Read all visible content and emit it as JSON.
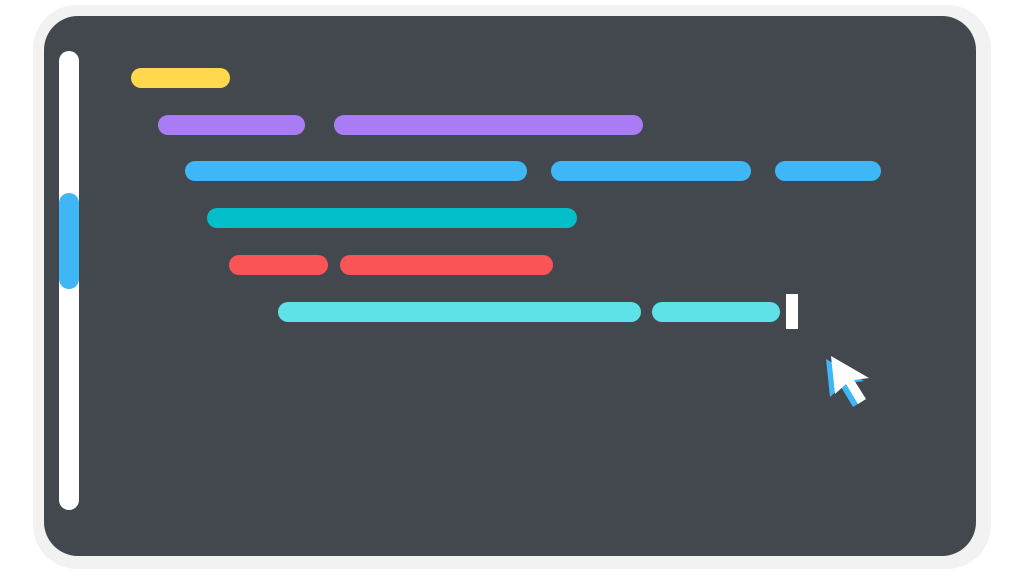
{
  "colors": {
    "frame": "#f2f2f2",
    "editor_background": "#42484d",
    "scrollbar_track": "#ffffff",
    "scrollbar_thumb": "#3fb6f5",
    "caret": "#ffffff",
    "cursor_fill": "#ffffff",
    "cursor_shadow": "#3fb6f5"
  },
  "scrollbar": {
    "position_fraction": 0.31,
    "visible_fraction": 0.21
  },
  "code_lines": [
    {
      "indent_level": 0,
      "tokens": [
        {
          "color": "#ffd84e"
        }
      ]
    },
    {
      "indent_level": 1,
      "tokens": [
        {
          "color": "#a97cf5"
        },
        {
          "color": "#a97cf5"
        }
      ]
    },
    {
      "indent_level": 2,
      "tokens": [
        {
          "color": "#3fb6f5"
        },
        {
          "color": "#3fb6f5"
        },
        {
          "color": "#3fb6f5"
        }
      ]
    },
    {
      "indent_level": 3,
      "tokens": [
        {
          "color": "#03bfc9"
        }
      ]
    },
    {
      "indent_level": 4,
      "tokens": [
        {
          "color": "#fa5457"
        },
        {
          "color": "#fa5457"
        }
      ]
    },
    {
      "indent_level": 5,
      "tokens": [
        {
          "color": "#5ee2e7"
        },
        {
          "color": "#5ee2e7"
        }
      ]
    }
  ],
  "cursor_icon": "arrow-pointer-icon",
  "caret_icon": "text-caret-icon"
}
